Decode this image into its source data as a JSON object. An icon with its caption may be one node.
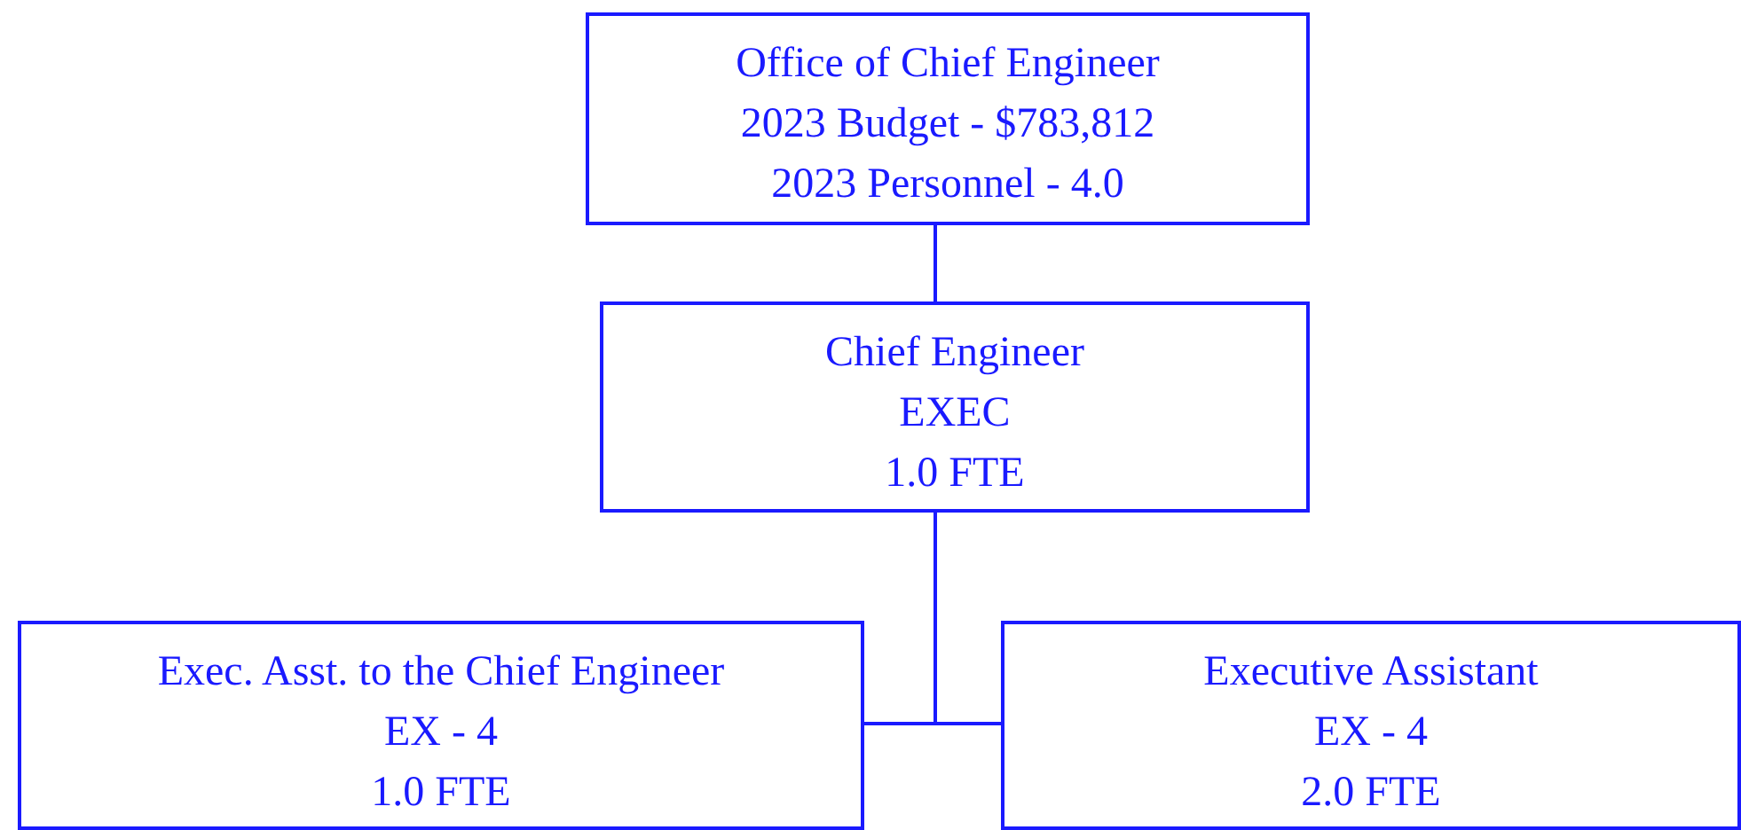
{
  "diagram": {
    "nodes": [
      {
        "text": [
          "Office of Chief Engineer",
          "2023 Budget - $783,812",
          "2023 Personnel - 4.0"
        ]
      },
      {
        "text": [
          "Chief Engineer",
          "EXEC",
          "1.0 FTE"
        ]
      },
      {
        "text": [
          "Exec. Asst. to the Chief Engineer",
          "EX - 4",
          "1.0 FTE"
        ]
      },
      {
        "text": [
          "Executive Assistant",
          "EX - 4",
          "2.0 FTE"
        ]
      }
    ],
    "edges": [
      {
        "from": 0,
        "to": 1,
        "arrow": "none"
      },
      {
        "from": 1,
        "to": 2,
        "arrow": "none"
      },
      {
        "from": 1,
        "to": 3,
        "arrow": "none"
      }
    ]
  }
}
